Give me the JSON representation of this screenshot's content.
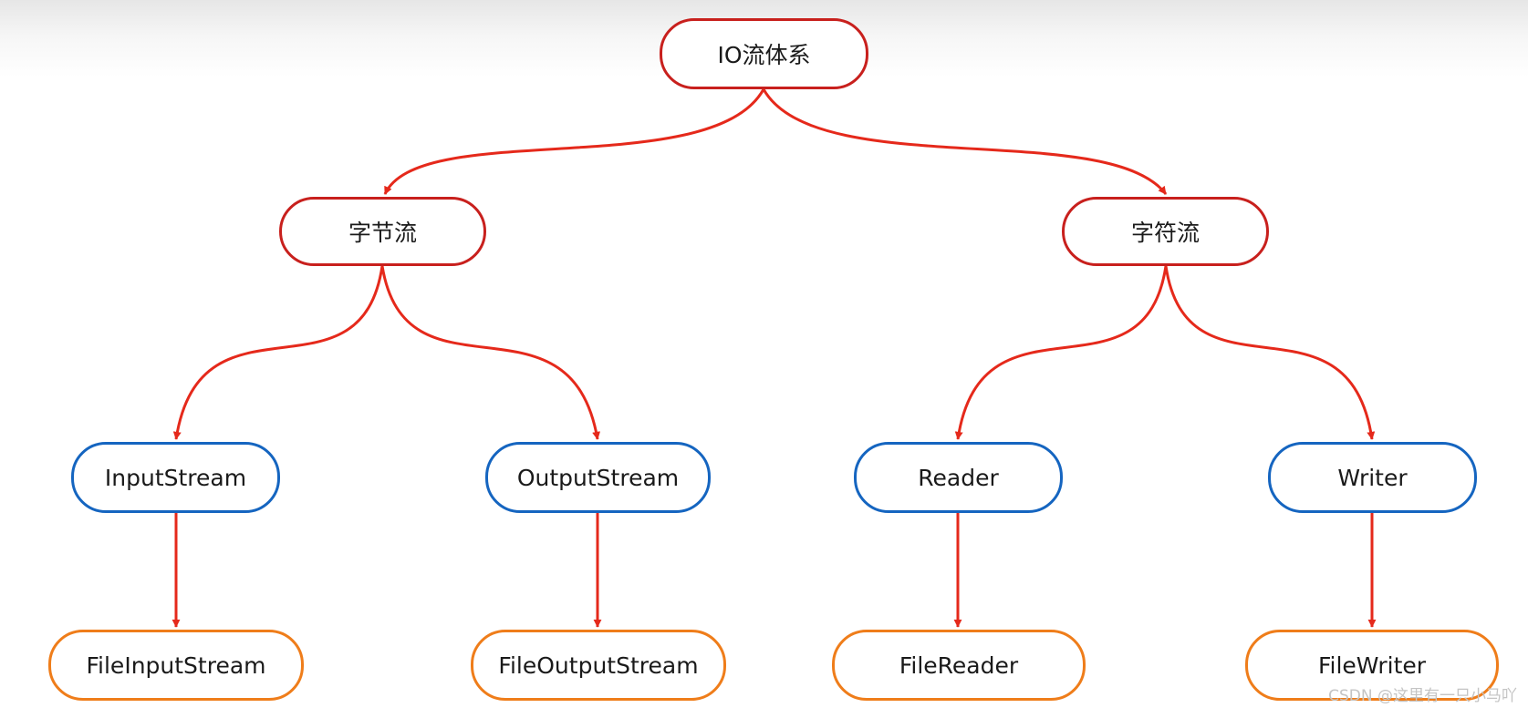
{
  "nodes": {
    "root": "IO流体系",
    "byte_stream": "字节流",
    "char_stream": "字符流",
    "input_stream": "InputStream",
    "output_stream": "OutputStream",
    "reader": "Reader",
    "writer": "Writer",
    "file_input_stream": "FileInputStream",
    "file_output_stream": "FileOutputStream",
    "file_reader": "FileReader",
    "file_writer": "FileWriter"
  },
  "edges": [
    [
      "root",
      "byte_stream"
    ],
    [
      "root",
      "char_stream"
    ],
    [
      "byte_stream",
      "input_stream"
    ],
    [
      "byte_stream",
      "output_stream"
    ],
    [
      "char_stream",
      "reader"
    ],
    [
      "char_stream",
      "writer"
    ],
    [
      "input_stream",
      "file_input_stream"
    ],
    [
      "output_stream",
      "file_output_stream"
    ],
    [
      "reader",
      "file_reader"
    ],
    [
      "writer",
      "file_writer"
    ]
  ],
  "colors": {
    "edge": "#e5291b",
    "root_border": "#c8201d",
    "category_border": "#c8201d",
    "base_class_border": "#1565c0",
    "file_class_border": "#ef7d1a"
  },
  "watermark": "CSDN @这里有一只小马吖"
}
